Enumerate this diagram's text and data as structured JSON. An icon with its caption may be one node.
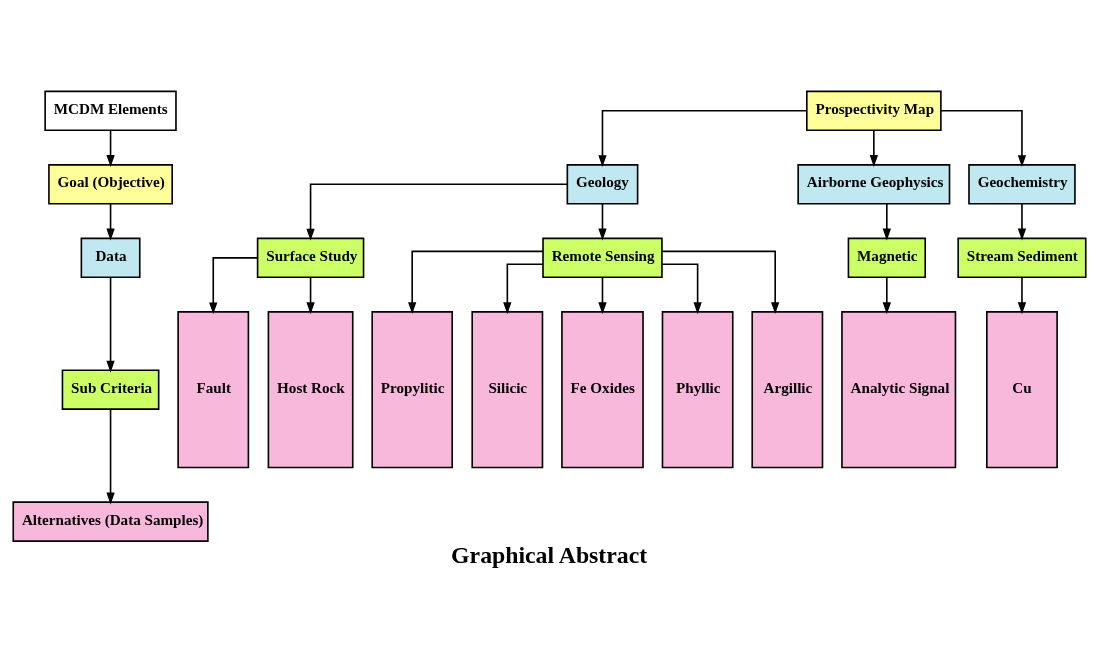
{
  "diagram": {
    "caption": "Graphical Abstract",
    "nodes": [
      {
        "text": [
          "MCDM Elements"
        ]
      },
      {
        "text": [
          "Goal (Objective)"
        ]
      },
      {
        "text": [
          "Data"
        ]
      },
      {
        "text": [
          "Sub Criteria"
        ]
      },
      {
        "text": [
          "Alternatives (Data Samples)"
        ]
      },
      {
        "text": [
          "Prospectivity Map"
        ]
      },
      {
        "text": [
          "Geology"
        ]
      },
      {
        "text": [
          "Airborne Geophysics"
        ]
      },
      {
        "text": [
          "Geochemistry"
        ]
      },
      {
        "text": [
          "Surface Study"
        ]
      },
      {
        "text": [
          "Remote Sensing"
        ]
      },
      {
        "text": [
          "Magnetic"
        ]
      },
      {
        "text": [
          "Stream Sediment"
        ]
      },
      {
        "text": [
          "Fault"
        ]
      },
      {
        "text": [
          "Host Rock"
        ]
      },
      {
        "text": [
          "Propylitic"
        ]
      },
      {
        "text": [
          "Silicic"
        ]
      },
      {
        "text": [
          "Fe Oxides"
        ]
      },
      {
        "text": [
          "Phyllic"
        ]
      },
      {
        "text": [
          "Argillic"
        ]
      },
      {
        "text": [
          "Analytic Signal"
        ]
      },
      {
        "text": [
          "Cu"
        ]
      }
    ],
    "edges": [
      {
        "from": 0,
        "to": 1,
        "arrow": "to"
      },
      {
        "from": 1,
        "to": 2,
        "arrow": "to"
      },
      {
        "from": 2,
        "to": 3,
        "arrow": "to"
      },
      {
        "from": 3,
        "to": 4,
        "arrow": "to"
      },
      {
        "from": 5,
        "to": 6,
        "arrow": "to"
      },
      {
        "from": 5,
        "to": 7,
        "arrow": "to"
      },
      {
        "from": 5,
        "to": 8,
        "arrow": "to"
      },
      {
        "from": 6,
        "to": 9,
        "arrow": "to"
      },
      {
        "from": 6,
        "to": 10,
        "arrow": "to"
      },
      {
        "from": 7,
        "to": 11,
        "arrow": "to"
      },
      {
        "from": 8,
        "to": 12,
        "arrow": "to"
      },
      {
        "from": 9,
        "to": 13,
        "arrow": "to"
      },
      {
        "from": 9,
        "to": 14,
        "arrow": "to"
      },
      {
        "from": 10,
        "to": 15,
        "arrow": "to"
      },
      {
        "from": 10,
        "to": 16,
        "arrow": "to"
      },
      {
        "from": 10,
        "to": 17,
        "arrow": "to"
      },
      {
        "from": 10,
        "to": 18,
        "arrow": "to"
      },
      {
        "from": 10,
        "to": 19,
        "arrow": "to"
      },
      {
        "from": 11,
        "to": 20,
        "arrow": "to"
      },
      {
        "from": 12,
        "to": 21,
        "arrow": "to"
      }
    ]
  }
}
